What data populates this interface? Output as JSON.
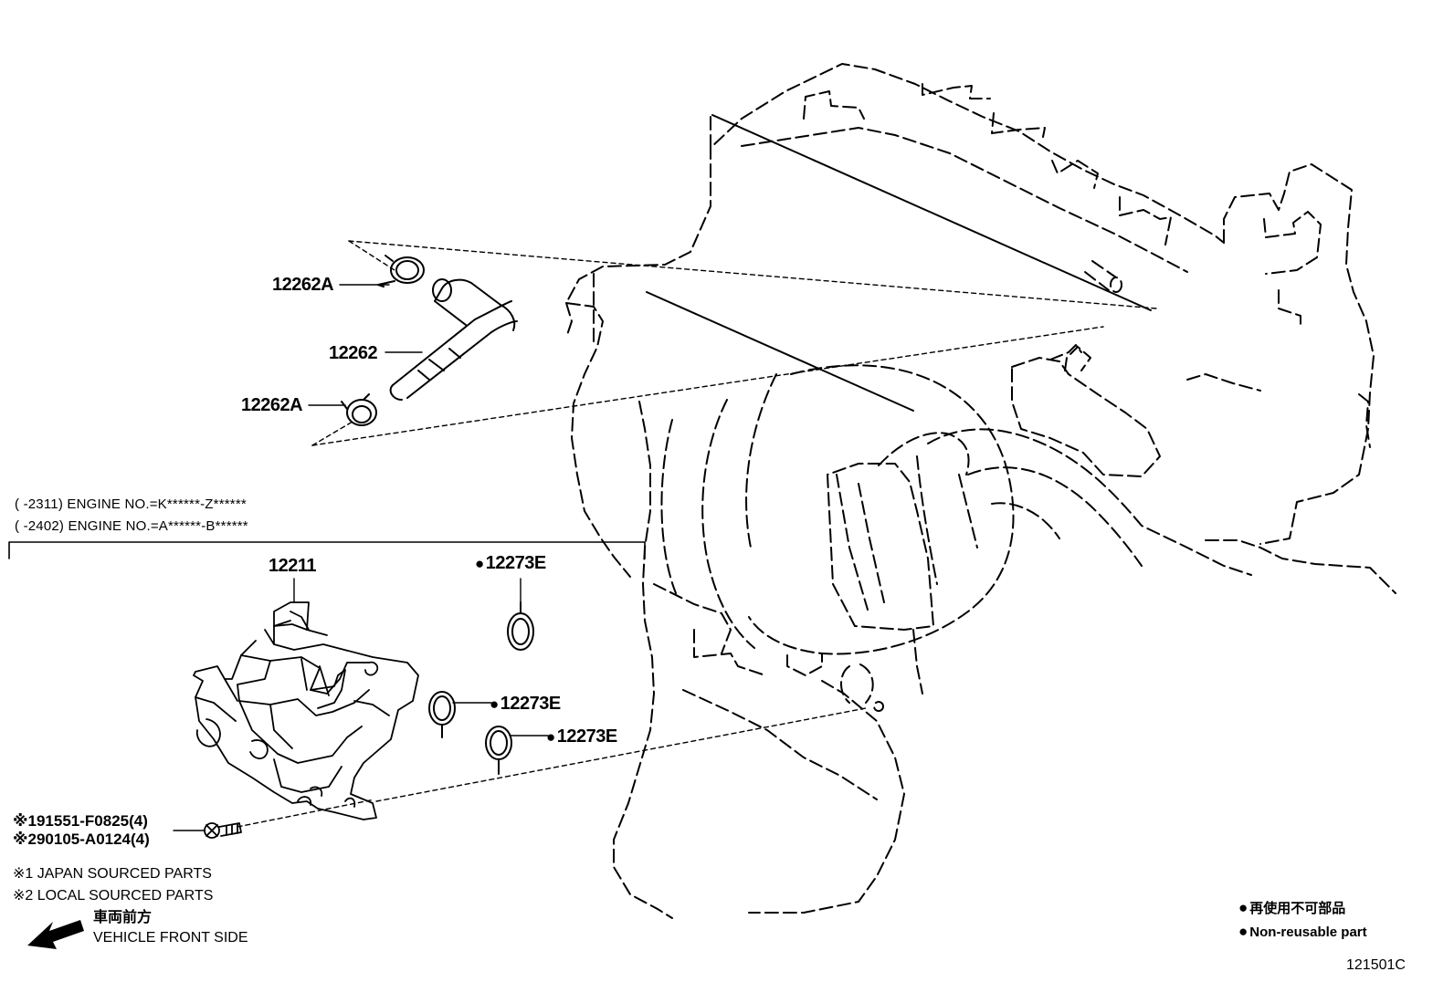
{
  "labels": {
    "clip_upper": "12262A",
    "hose": "12262",
    "clip_lower": "12262A",
    "pump": "12211",
    "oring_top": "12273E",
    "oring_mid": "12273E",
    "oring_low": "12273E",
    "bolt_1": "※191551-F0825(4)",
    "bolt_2": "※290105-A0124(4)"
  },
  "conditions": [
    "(       -2311) ENGINE NO.=K******-Z******",
    "(       -2402) ENGINE NO.=A******-B******"
  ],
  "notes": {
    "japan": "※1 JAPAN SOURCED PARTS",
    "local": "※2 LOCAL SOURCED PARTS",
    "front_jp": "車両前方",
    "front_en": "VEHICLE FRONT SIDE"
  },
  "legend": {
    "jp": "再使用不可部品",
    "en": "Non-reusable part"
  },
  "illustration_code": "121501C"
}
